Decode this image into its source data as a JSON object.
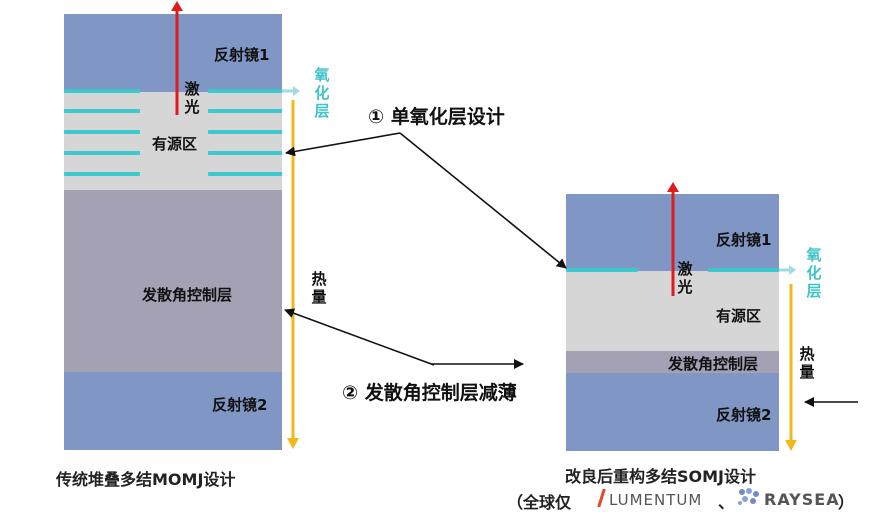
{
  "left_device": {
    "mirror1": "反射镜1",
    "laser": "激光",
    "active": "有源区",
    "divergence": "发散角控制层",
    "mirror2": "反射镜2",
    "oxide": "氧化层",
    "heat": "热量",
    "caption": "传统堆叠多结MOMJ设计"
  },
  "right_device": {
    "mirror1": "反射镜1",
    "laser": "激光",
    "active": "有源区",
    "divergence": "发散角控制层",
    "mirror2": "反射镜2",
    "oxide": "氧化层",
    "heat": "热量",
    "caption": "改良后重构多结SOMJ设计",
    "note_open": "（全球仅",
    "brand1": "LUMENTUM",
    "sep": "、",
    "brand2": "RAYSEA",
    "note_close": "）"
  },
  "annotations": {
    "point1": "① 单氧化层设计",
    "point2": "② 发散角控制层减薄"
  },
  "colors": {
    "mirror": "#8096c4",
    "active": "#d6d6d6",
    "divergence": "#a3a1b3",
    "oxide": "#3cc8cc",
    "laser": "#e01b1b",
    "heat": "#f2b718",
    "oxide_text": "#3fc3c9"
  }
}
